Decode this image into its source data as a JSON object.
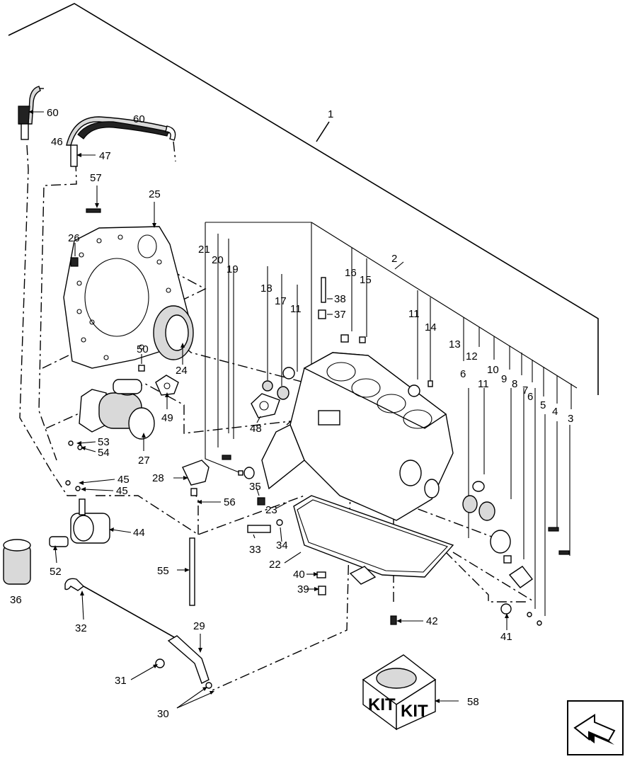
{
  "labels": {
    "l1": "1",
    "l2": "2",
    "l3": "3",
    "l4": "4",
    "l5": "5",
    "l6a": "6",
    "l6b": "6",
    "l7": "7",
    "l8": "8",
    "l9": "9",
    "l10": "10",
    "l11a": "11",
    "l11b": "11",
    "l11c": "11",
    "l12": "12",
    "l13": "13",
    "l14": "14",
    "l15": "15",
    "l16": "16",
    "l17": "17",
    "l18": "18",
    "l19": "19",
    "l20": "20",
    "l21": "21",
    "l22": "22",
    "l23": "23",
    "l24": "24",
    "l25": "25",
    "l26": "26",
    "l27": "27",
    "l28": "28",
    "l29": "29",
    "l30": "30",
    "l31": "31",
    "l32": "32",
    "l33": "33",
    "l34": "34",
    "l35": "35",
    "l36": "36",
    "l37": "37",
    "l38": "38",
    "l39": "39",
    "l40": "40",
    "l41": "41",
    "l42": "42",
    "l44": "44",
    "l45a": "45",
    "l45b": "45",
    "l46": "46",
    "l47": "47",
    "l48": "48",
    "l49": "49",
    "l50": "50",
    "l52": "52",
    "l53": "53",
    "l54": "54",
    "l55": "55",
    "l56": "56",
    "l57": "57",
    "l58": "58",
    "l60a": "60",
    "l60b": "60"
  },
  "kit_box": {
    "left_text": "KIT",
    "right_text": "KIT"
  },
  "nav_icon": "next-page-arrow-icon"
}
